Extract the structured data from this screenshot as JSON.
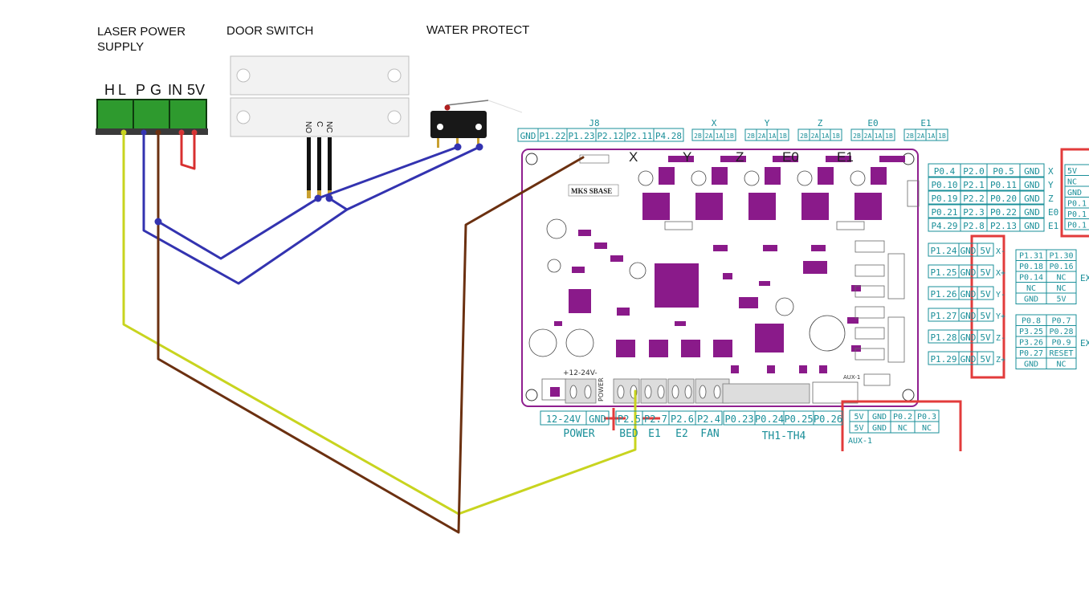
{
  "components": {
    "psu": {
      "title": "LASER POWER SUPPLY",
      "terminals": [
        "H",
        "L",
        "P",
        "G",
        "IN",
        "5V"
      ]
    },
    "door": {
      "title": "DOOR SWITCH",
      "pins": [
        "NO",
        "C",
        "NC"
      ]
    },
    "water": {
      "title": "WATER PROTECT"
    }
  },
  "board": {
    "name": "MKS SBASE",
    "j8": {
      "title": "J8",
      "pins": [
        "GND",
        "P1.22",
        "P1.23",
        "P2.12",
        "P2.11",
        "P4.28"
      ]
    },
    "motor_headers": [
      {
        "title": "X",
        "pins": [
          "2B",
          "2A",
          "1A",
          "1B"
        ]
      },
      {
        "title": "Y",
        "pins": [
          "2B",
          "2A",
          "1A",
          "1B"
        ]
      },
      {
        "title": "Z",
        "pins": [
          "2B",
          "2A",
          "1A",
          "1B"
        ]
      },
      {
        "title": "E0",
        "pins": [
          "2B",
          "2A",
          "1A",
          "1B"
        ]
      },
      {
        "title": "E1",
        "pins": [
          "2B",
          "2A",
          "1A",
          "1B"
        ]
      }
    ],
    "driver_labels": [
      "X",
      "Y",
      "Z",
      "E0",
      "E1"
    ],
    "driver_table": [
      {
        "cells": [
          "P0.4",
          "P2.0",
          "P0.5",
          "GND"
        ],
        "axis": "X"
      },
      {
        "cells": [
          "P0.10",
          "P2.1",
          "P0.11",
          "GND"
        ],
        "axis": "Y"
      },
      {
        "cells": [
          "P0.19",
          "P2.2",
          "P0.20",
          "GND"
        ],
        "axis": "Z"
      },
      {
        "cells": [
          "P0.21",
          "P2.3",
          "P0.22",
          "GND"
        ],
        "axis": "E0"
      },
      {
        "cells": [
          "P4.29",
          "P2.8",
          "P2.13",
          "GND"
        ],
        "axis": "E1"
      }
    ],
    "right_column": [
      "5V",
      "NC",
      "GND",
      "P0.1",
      "P0.1",
      "P0.1"
    ],
    "endstops": [
      {
        "cells": [
          "P1.24",
          "GND",
          "5V"
        ],
        "label": "X-"
      },
      {
        "cells": [
          "P1.25",
          "GND",
          "5V"
        ],
        "label": "X+"
      },
      {
        "cells": [
          "P1.26",
          "GND",
          "5V"
        ],
        "label": "Y-"
      },
      {
        "cells": [
          "P1.27",
          "GND",
          "5V"
        ],
        "label": "Y+"
      },
      {
        "cells": [
          "P1.28",
          "GND",
          "5V"
        ],
        "label": "Z-"
      },
      {
        "cells": [
          "P1.29",
          "GND",
          "5V"
        ],
        "label": "Z+"
      }
    ],
    "exp1": [
      [
        "P1.31",
        "P1.30"
      ],
      [
        "P0.18",
        "P0.16"
      ],
      [
        "P0.14",
        "NC"
      ],
      [
        "NC",
        "NC"
      ],
      [
        "GND",
        "5V"
      ]
    ],
    "exp2": [
      [
        "P0.8",
        "P0.7"
      ],
      [
        "P3.25",
        "P0.28"
      ],
      [
        "P3.26",
        "P0.9"
      ],
      [
        "P0.27",
        "RESET"
      ],
      [
        "GND",
        "NC"
      ]
    ],
    "exp_suffix": "EX",
    "power": {
      "cells": [
        "12-24V",
        "GND"
      ],
      "label": "POWER",
      "silk": "+12-24V-"
    },
    "heaters": {
      "cells": [
        "P2.5",
        "P2.7",
        "P2.6",
        "P2.4"
      ],
      "labels": [
        "BED",
        "E1",
        "E2",
        "FAN"
      ]
    },
    "therm": {
      "cells": [
        "P0.23",
        "P0.24",
        "P0.25",
        "P0.26"
      ],
      "label": "TH1-TH4"
    },
    "aux1": {
      "rows": [
        [
          "5V",
          "GND",
          "P0.2",
          "P0.3"
        ],
        [
          "5V",
          "GND",
          "NC",
          "NC"
        ]
      ],
      "label": "AUX-1"
    }
  }
}
